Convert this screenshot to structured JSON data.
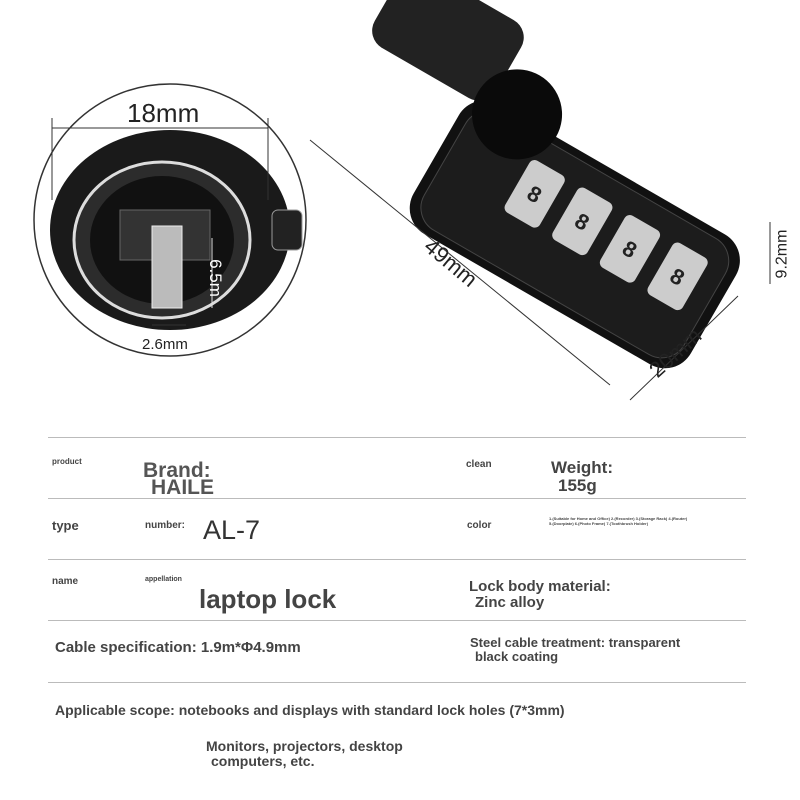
{
  "dimensions": {
    "top_diameter": "18mm",
    "slot_height": "6.5m",
    "slot_width": "2.6mm",
    "length": "49mm",
    "width": "20mm",
    "height": "9.2mm"
  },
  "dial_digits": [
    "8",
    "8",
    "8",
    "8"
  ],
  "specs": {
    "product_label": "product",
    "brand_label": "Brand:",
    "brand_value": "HAILE",
    "clean_label": "clean",
    "weight_label": "Weight:",
    "weight_value": "155g",
    "type_label": "type",
    "number_label": "number:",
    "number_value": "AL-7",
    "color_label": "color",
    "color_value_line1": "1.(Suitable for Home and Office) 2.(Recorder) 3.(Storage Rack) 4.(Router)",
    "color_value_line2": "5.(Doorplate) 6.(Photo Frame) 7.(Toothbrush Holder)",
    "name_label": "name",
    "appellation_label": "appellation",
    "name_value": "laptop lock",
    "material_label": "Lock body material:",
    "material_value": "Zinc alloy",
    "cable_spec": "Cable specification: 1.9m*Φ4.9mm",
    "cable_treatment_line1": "Steel cable treatment: transparent",
    "cable_treatment_line2": "black coating",
    "scope": "Applicable scope: notebooks and displays with standard lock holes (7*3mm)",
    "scope_line1": "Monitors, projectors, desktop",
    "scope_line2": "computers, etc."
  }
}
